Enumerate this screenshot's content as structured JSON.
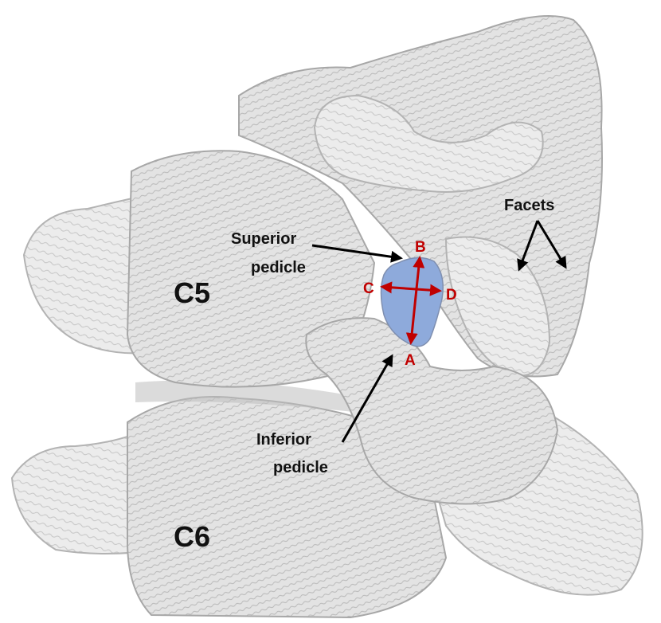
{
  "vertebrae": {
    "upper": "C5",
    "lower": "C6"
  },
  "annotations": {
    "superior_pedicle": [
      "Superior",
      "pedicle"
    ],
    "inferior_pedicle": [
      "Inferior",
      "pedicle"
    ],
    "facets": "Facets"
  },
  "measurement_points": {
    "a": "A",
    "b": "B",
    "c": "C",
    "d": "D"
  },
  "colors": {
    "bone": "#e4e4e4",
    "contour_lines": "#a5a5a5",
    "foramen_fill": "#8eaadb",
    "measurement_arrows": "#c00000",
    "callout_arrows": "#000000"
  }
}
